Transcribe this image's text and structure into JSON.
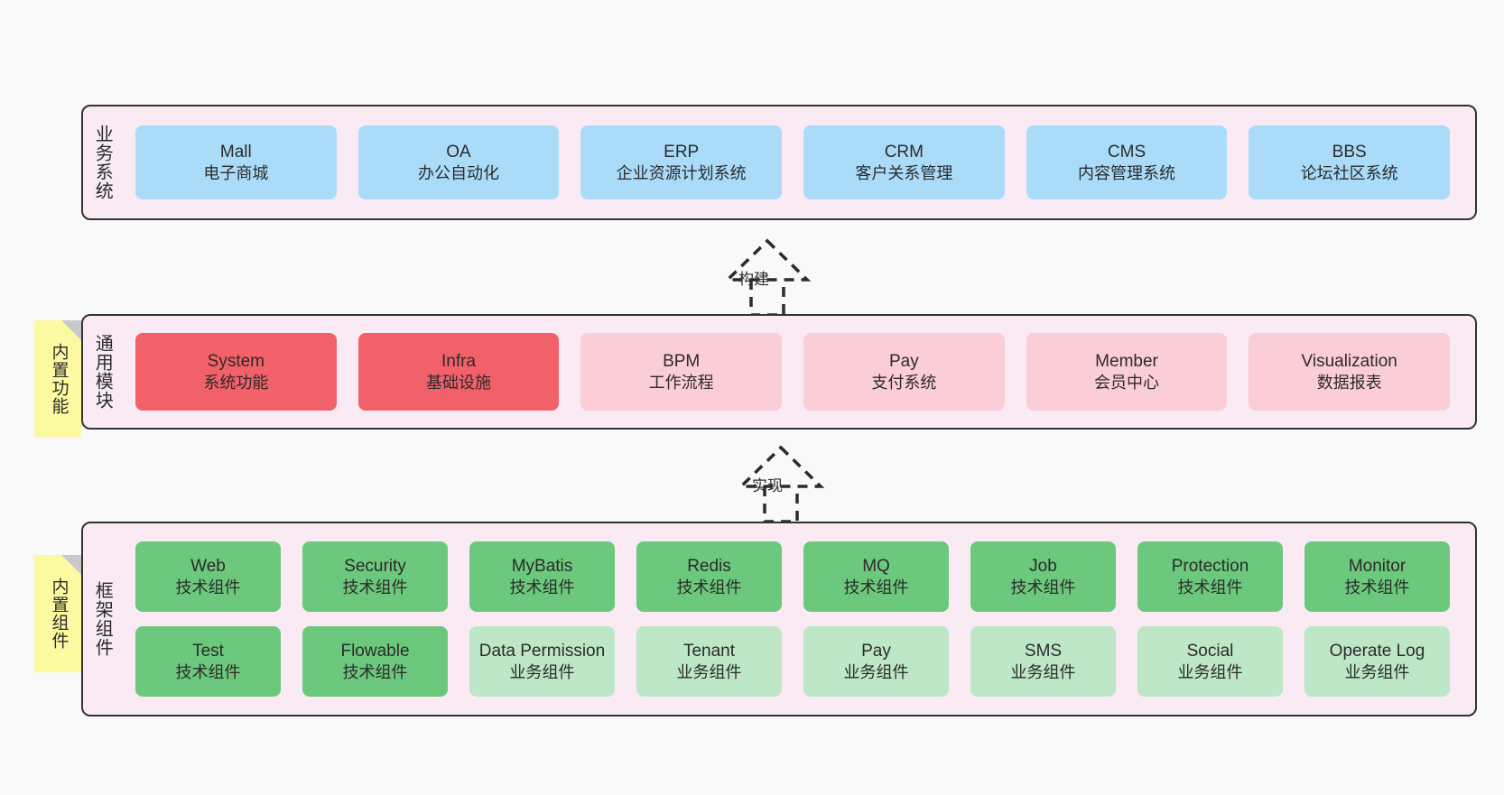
{
  "diagram": {
    "title_hidden": "",
    "background": "#f9f9f9",
    "colors": {
      "layer_bg": "#f9eaf4",
      "layer_border": "#333333",
      "business_node": "#aadcfa",
      "module_strong": "#f2606a",
      "module_soft": "#fbcdd6",
      "tech_component": "#6cc87c",
      "business_component": "#bde7c6",
      "note_bg": "#fbfaa0",
      "note_fold": "#c9c9c9"
    }
  },
  "layers": [
    {
      "id": "business-system",
      "title": "业务系统",
      "nodes": [
        {
          "en": "Mall",
          "cn": "电子商城"
        },
        {
          "en": "OA",
          "cn": "办公自动化"
        },
        {
          "en": "ERP",
          "cn": "企业资源计划系统"
        },
        {
          "en": "CRM",
          "cn": "客户关系管理"
        },
        {
          "en": "CMS",
          "cn": "内容管理系统"
        },
        {
          "en": "BBS",
          "cn": "论坛社区系统"
        }
      ]
    },
    {
      "id": "common-module",
      "title": "通用模块",
      "note": "内置功能",
      "nodes": [
        {
          "en": "System",
          "cn": "系统功能",
          "emphasis": true
        },
        {
          "en": "Infra",
          "cn": "基础设施",
          "emphasis": true
        },
        {
          "en": "BPM",
          "cn": "工作流程",
          "emphasis": false
        },
        {
          "en": "Pay",
          "cn": "支付系统",
          "emphasis": false
        },
        {
          "en": "Member",
          "cn": "会员中心",
          "emphasis": false
        },
        {
          "en": "Visualization",
          "cn": "数据报表",
          "emphasis": false
        }
      ]
    },
    {
      "id": "framework-component",
      "title": "框架组件",
      "note": "内置组件",
      "rows": [
        [
          {
            "en": "Web",
            "cn": "技术组件"
          },
          {
            "en": "Security",
            "cn": "技术组件"
          },
          {
            "en": "MyBatis",
            "cn": "技术组件"
          },
          {
            "en": "Redis",
            "cn": "技术组件"
          },
          {
            "en": "MQ",
            "cn": "技术组件"
          },
          {
            "en": "Job",
            "cn": "技术组件"
          },
          {
            "en": "Protection",
            "cn": "技术组件"
          },
          {
            "en": "Monitor",
            "cn": "技术组件"
          }
        ],
        [
          {
            "en": "Test",
            "cn": "技术组件",
            "kind": "tech"
          },
          {
            "en": "Flowable",
            "cn": "技术组件",
            "kind": "tech"
          },
          {
            "en": "Data Permission",
            "cn": "业务组件",
            "kind": "biz"
          },
          {
            "en": "Tenant",
            "cn": "业务组件",
            "kind": "biz"
          },
          {
            "en": "Pay",
            "cn": "业务组件",
            "kind": "biz"
          },
          {
            "en": "SMS",
            "cn": "业务组件",
            "kind": "biz"
          },
          {
            "en": "Social",
            "cn": "业务组件",
            "kind": "biz"
          },
          {
            "en": "Operate Log",
            "cn": "业务组件",
            "kind": "biz"
          }
        ]
      ]
    }
  ],
  "connectors": [
    {
      "id": "build",
      "label": "构建",
      "from": "common-module",
      "to": "business-system"
    },
    {
      "id": "implement",
      "label": "实现",
      "from": "framework-component",
      "to": "common-module"
    }
  ]
}
